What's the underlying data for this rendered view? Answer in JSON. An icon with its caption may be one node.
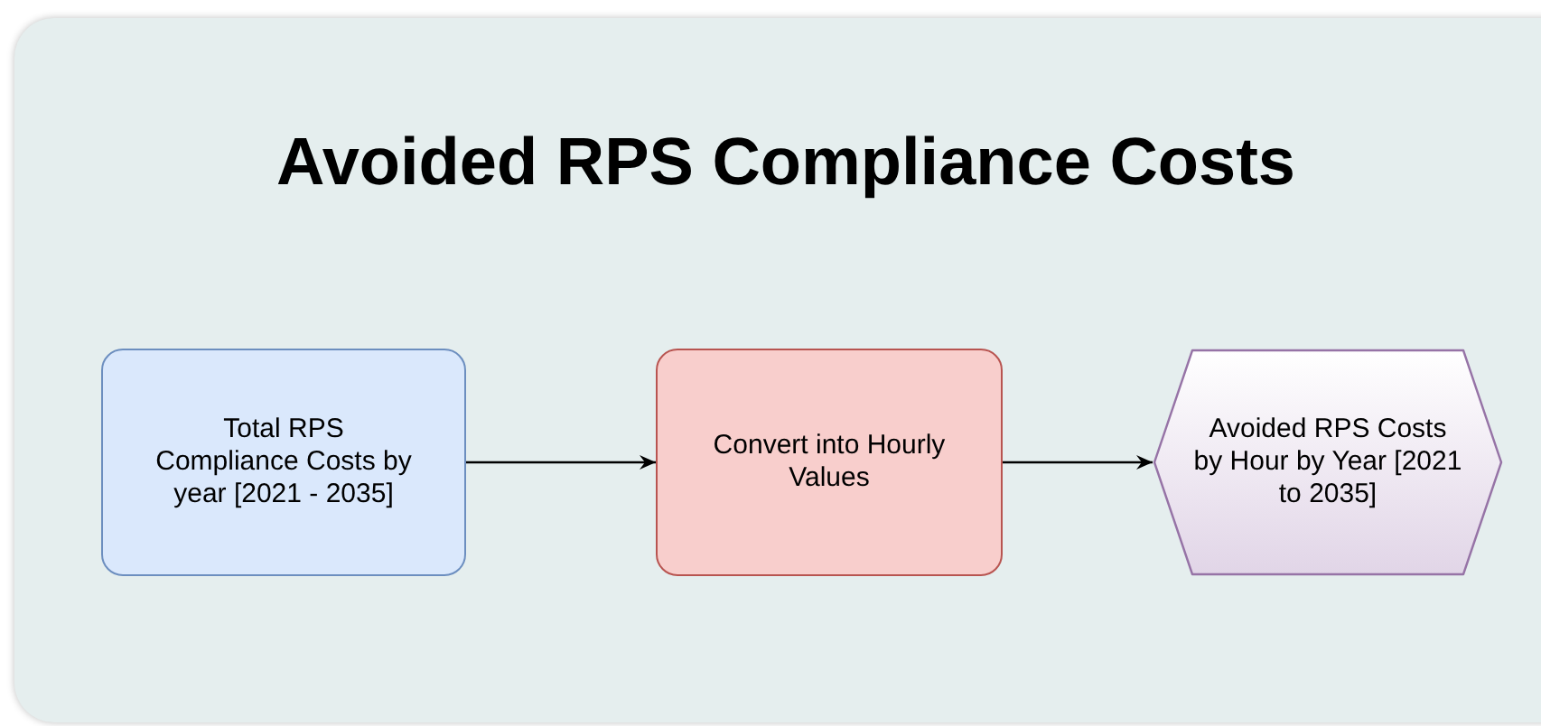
{
  "diagram": {
    "title": "Avoided RPS Compliance Costs",
    "nodes": [
      {
        "text": [
          "Total RPS Compliance Costs by year [2021 - 2035]"
        ]
      },
      {
        "text": [
          "Convert into Hourly Values"
        ]
      },
      {
        "text": [
          "Avoided RPS Costs by Hour by Year [2021 to 2035]"
        ]
      }
    ],
    "edges": [
      {
        "from": 0,
        "to": 1,
        "arrow": "to"
      },
      {
        "from": 1,
        "to": 2,
        "arrow": "to"
      }
    ]
  }
}
